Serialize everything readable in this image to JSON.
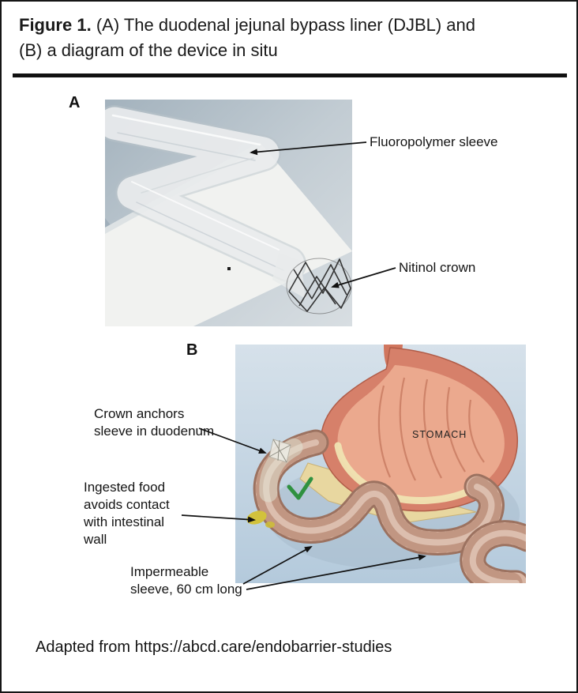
{
  "figure": {
    "label": "Figure 1.",
    "caption": "(A) The duodenal jejunal bypass liner (DJBL) and\n(B) a diagram of the device in situ"
  },
  "panel_a": {
    "label": "A",
    "annotations": {
      "fluoropolymer_sleeve": "Fluoropolymer sleeve",
      "nitinol_crown": "Nitinol crown"
    }
  },
  "panel_b": {
    "label": "B",
    "stomach_label": "STOMACH",
    "annotations": {
      "crown_anchors": "Crown anchors\nsleeve in duodenum",
      "ingested_food": "Ingested food\navoids contact\nwith intestinal\nwall",
      "impermeable_sleeve": "Impermeable\nsleeve, 60 cm long"
    }
  },
  "attribution": "Adapted from https://abcd.care/endobarrier-studies",
  "colors": {
    "border": "#161616",
    "rule": "#111111",
    "panel_a_background": "#b6c2cb",
    "panel_b_background": "#c7d7e4",
    "stomach": "#d6806a",
    "stomach_lining": "#eba98e",
    "intestine": "#d8b5a3",
    "cut_plane_cream": "#e8d7a0",
    "sleeve_green": "#2f9140",
    "food_yellow": "#d2c23c",
    "text": "#1a1a1a"
  }
}
